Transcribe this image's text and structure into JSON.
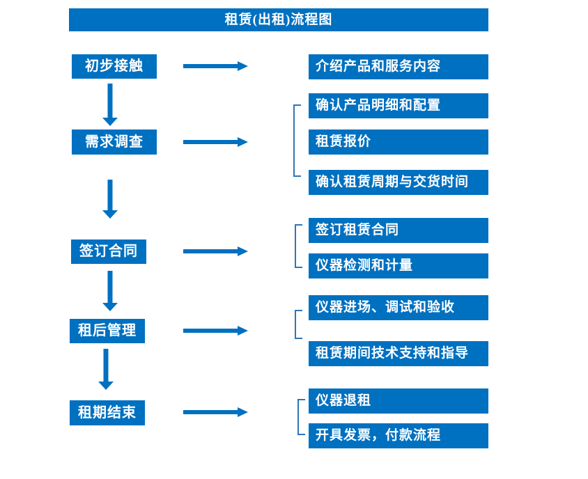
{
  "title": "租赁(出租)流程图",
  "colors": {
    "primary_blue": "#0070c0",
    "bracket_blue": "#2e75b6",
    "text": "#ffffff",
    "background": "#ffffff"
  },
  "steps": [
    {
      "label": "初步接触",
      "details": [
        "介绍产品和服务内容"
      ]
    },
    {
      "label": "需求调查",
      "details": [
        "确认产品明细和配置",
        "租赁报价",
        "确认租赁周期与交货时间"
      ]
    },
    {
      "label": "签订合同",
      "details": [
        "签订租赁合同",
        "仪器检测和计量"
      ]
    },
    {
      "label": "租后管理",
      "details": [
        "仪器进场、调试和验收",
        "租赁期间技术支持和指导"
      ]
    },
    {
      "label": "租期结束",
      "details": [
        "仪器退租",
        "开具发票，付款流程"
      ]
    }
  ]
}
